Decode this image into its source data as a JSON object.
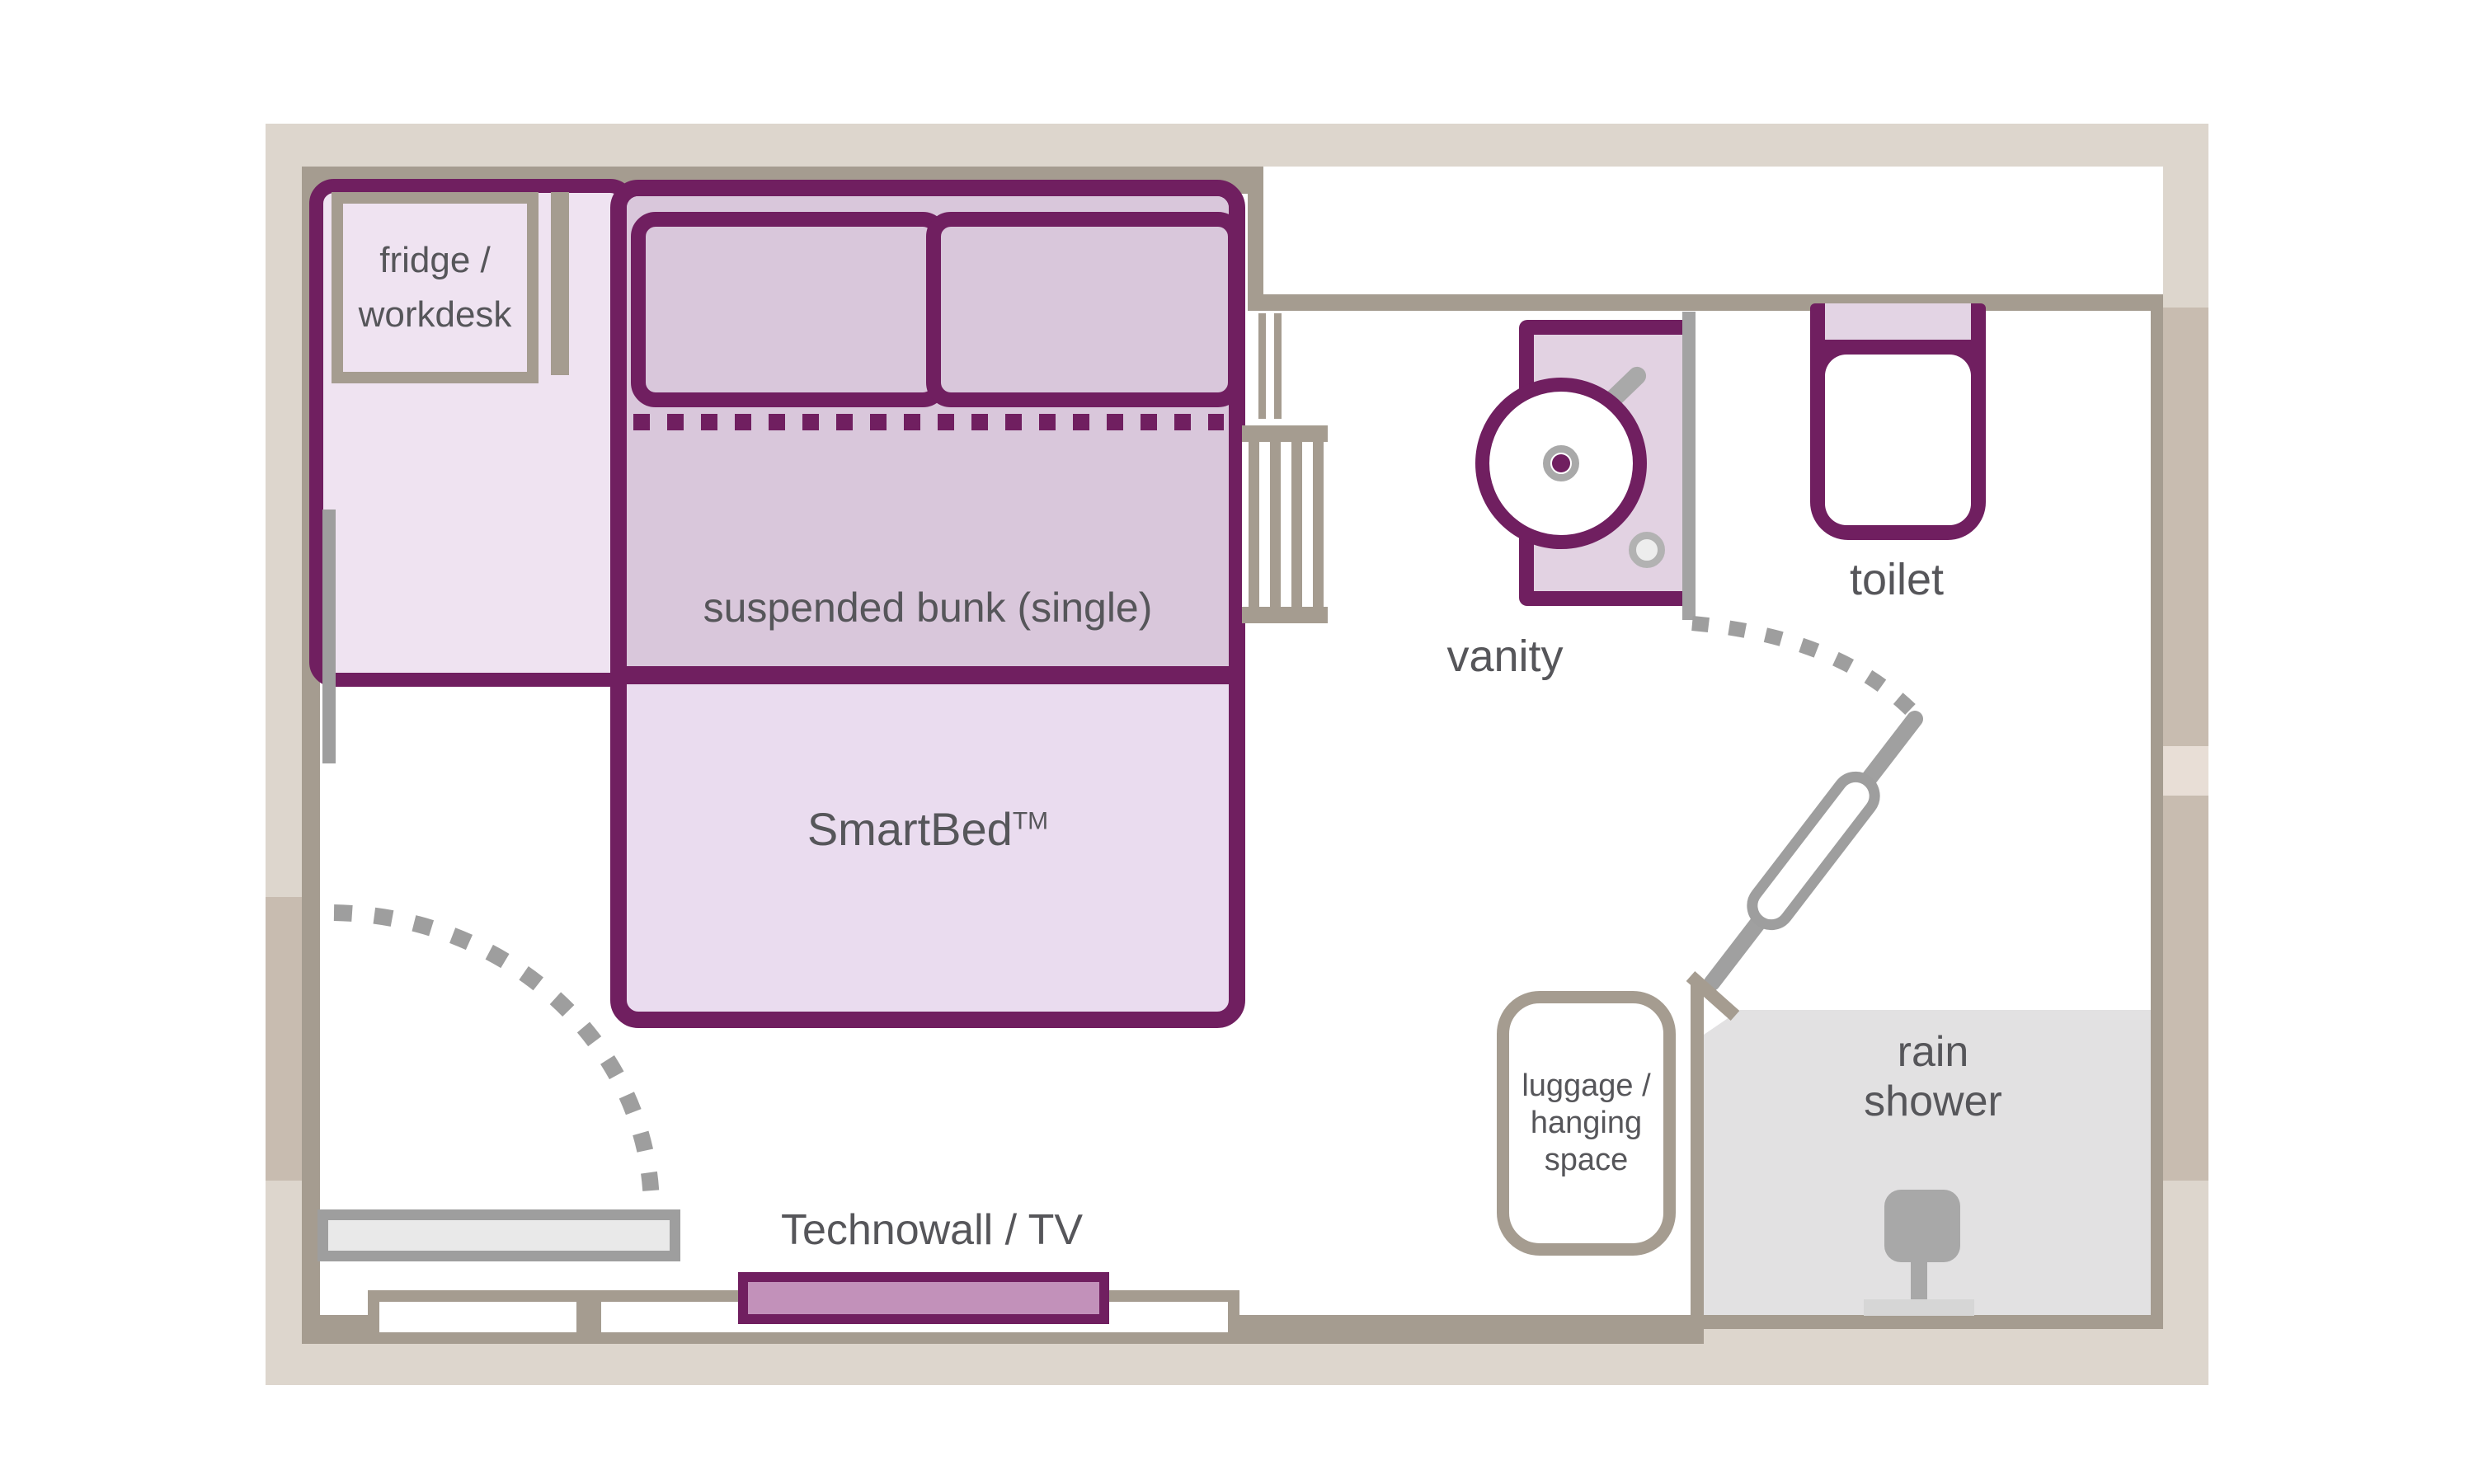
{
  "plan": {
    "areas": {
      "fridge_workdesk": {
        "line1": "fridge /",
        "line2": "workdesk"
      },
      "suspended_bunk": "suspended bunk (single)",
      "smartbed": {
        "name": "SmartBed",
        "tm": "TM"
      },
      "vanity": "vanity",
      "toilet": "toilet",
      "luggage": {
        "line1": "luggage /",
        "line2": "hanging",
        "line3": "space"
      },
      "rain_shower": {
        "line1": "rain",
        "line2": "shower"
      },
      "technowall": "Technowall / TV"
    },
    "icons": {
      "sink": "sink-basin-icon",
      "faucet": "faucet-icon",
      "shower_head": "shower-head-icon",
      "door_swing": "door-swing-arc-icon",
      "ladder": "bunk-ladder-icon"
    },
    "colors": {
      "accent_purple": "#701f60",
      "bunk_fill": "#d9c7db",
      "bed_fill": "#eadcef",
      "closet_fill": "#efe3f1",
      "cabinet_fill": "#e2d2e2",
      "toilet_fill": "#e3d4e4",
      "tv_fill": "#c291ba",
      "wall_tan": "#a59c90",
      "frame_beige": "#ddd6cd",
      "frame_dark": "#c8bcb0",
      "fixture_gray": "#9e9e9e",
      "shower_fill": "#e2e1e2",
      "text_gray": "#56565a"
    }
  }
}
